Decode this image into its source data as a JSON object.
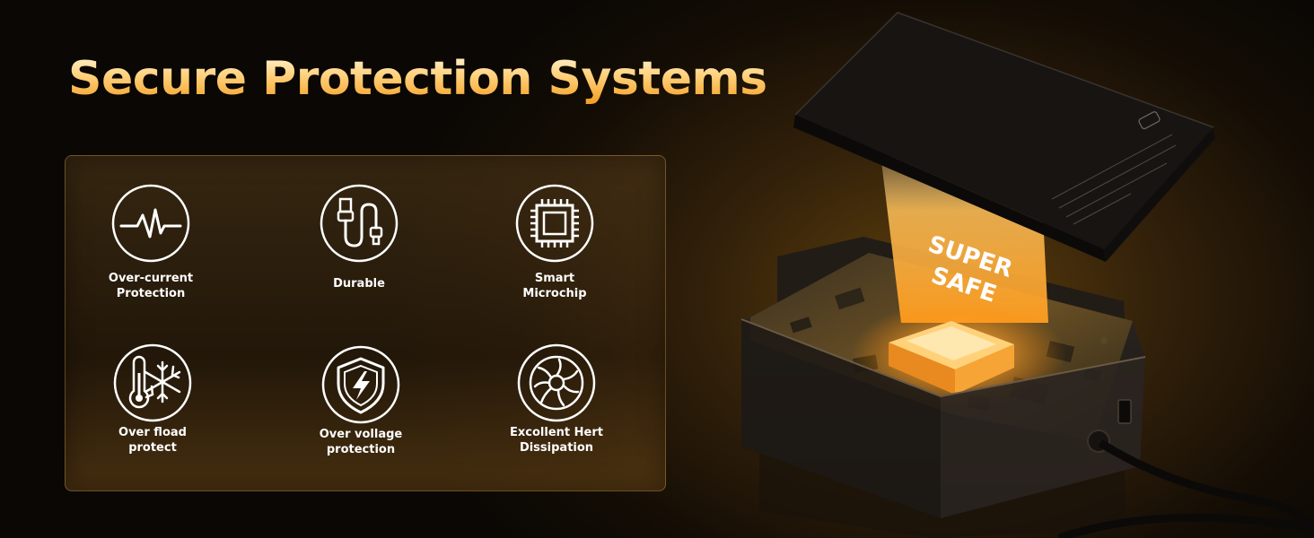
{
  "headline": "Secure Protection Systems",
  "features": [
    {
      "label": "Over-current\nProtection",
      "icon": "pulse-wave-icon"
    },
    {
      "label": "Durable",
      "icon": "usb-cable-icon"
    },
    {
      "label": "Smart\nMicrochip",
      "icon": "microchip-icon"
    },
    {
      "label": "Over fload\nprotect",
      "icon": "thermometer-snowflake-icon"
    },
    {
      "label": "Over vollage\nprotection",
      "icon": "shield-lightning-icon"
    },
    {
      "label": "Excollent Hert\nDissipation",
      "icon": "fan-icon"
    }
  ],
  "product": {
    "badge_line1": "SUPER",
    "badge_line2": "SAFE"
  },
  "colors": {
    "accent_orange": "#f29a1c",
    "headline_light": "#fff6da",
    "chip_glow": "#ffb648"
  }
}
